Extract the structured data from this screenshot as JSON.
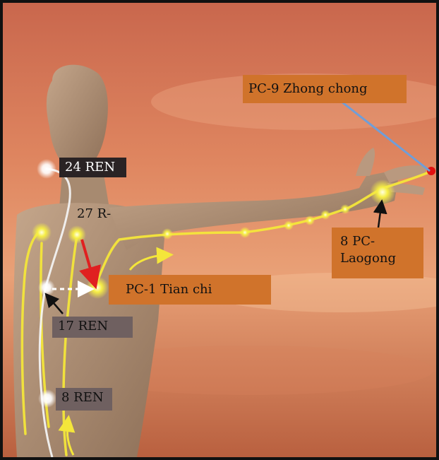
{
  "labels": {
    "pc9": "PC-9 Zhong chong",
    "ren24": "24 REN",
    "r27": "27 R-",
    "pc8_line1": "8 PC-",
    "pc8_line2": "Laogong",
    "pc1": "PC-1 Tian chi",
    "ren17": "17 REN",
    "ren8": "8 REN"
  },
  "icons": {
    "acupoint": "glowing-dot-icon",
    "flow_arrow": "arrow-icon"
  },
  "colors": {
    "meridian": "#f4e63a",
    "ren_channel": "#f2f2f2",
    "label_orange": "#d0732b",
    "label_dark": "#2a2324",
    "label_gray": "#6f6060",
    "pointer_red": "#e02020",
    "pointer_blue": "#6f9ed8",
    "endpoint_red": "#e01010"
  }
}
